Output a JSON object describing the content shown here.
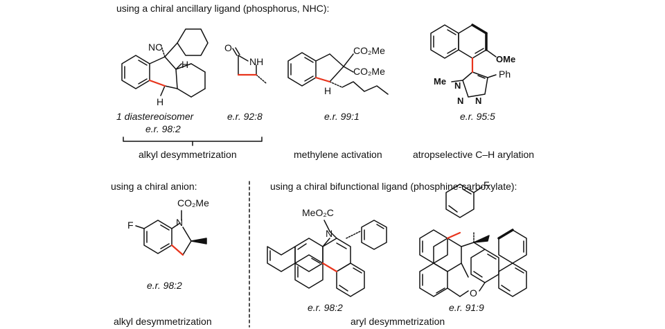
{
  "section_titles": {
    "ancillary": "using a chiral ancillary ligand (phosphorus, NHC):",
    "anion": "using a chiral anion:",
    "bifunctional": "using a chiral bifunctional ligand (phosphine-carboxylate):"
  },
  "compounds": [
    {
      "caption_top": "1 diastereoisomer",
      "er": "e.r. 98:2"
    },
    {
      "er": "e.r. 92:8"
    },
    {
      "er": "e.r. 99:1"
    },
    {
      "er": "e.r. 95:5"
    },
    {
      "er": "e.r. 98:2"
    },
    {
      "er": "e.r. 98:2"
    },
    {
      "er": "e.r. 91:9"
    }
  ],
  "categories": {
    "alkyl_desym_top": "alkyl desymmetrization",
    "methylene": "methylene activation",
    "atropselective": "atropselective C–H arylation",
    "alkyl_desym_bottom": "alkyl desymmetrization",
    "aryl_desym": "aryl desymmetrization"
  },
  "atom_labels": {
    "nc": "NC",
    "h": "H",
    "o": "O",
    "nh": "NH",
    "co2me": "CO₂Me",
    "ome": "OMe",
    "me": "Me",
    "n": "N",
    "ph": "Ph",
    "f": "F",
    "meo2c": "MeO₂C"
  },
  "colors": {
    "highlight_bond": "#e8341c",
    "ink": "#111111"
  }
}
